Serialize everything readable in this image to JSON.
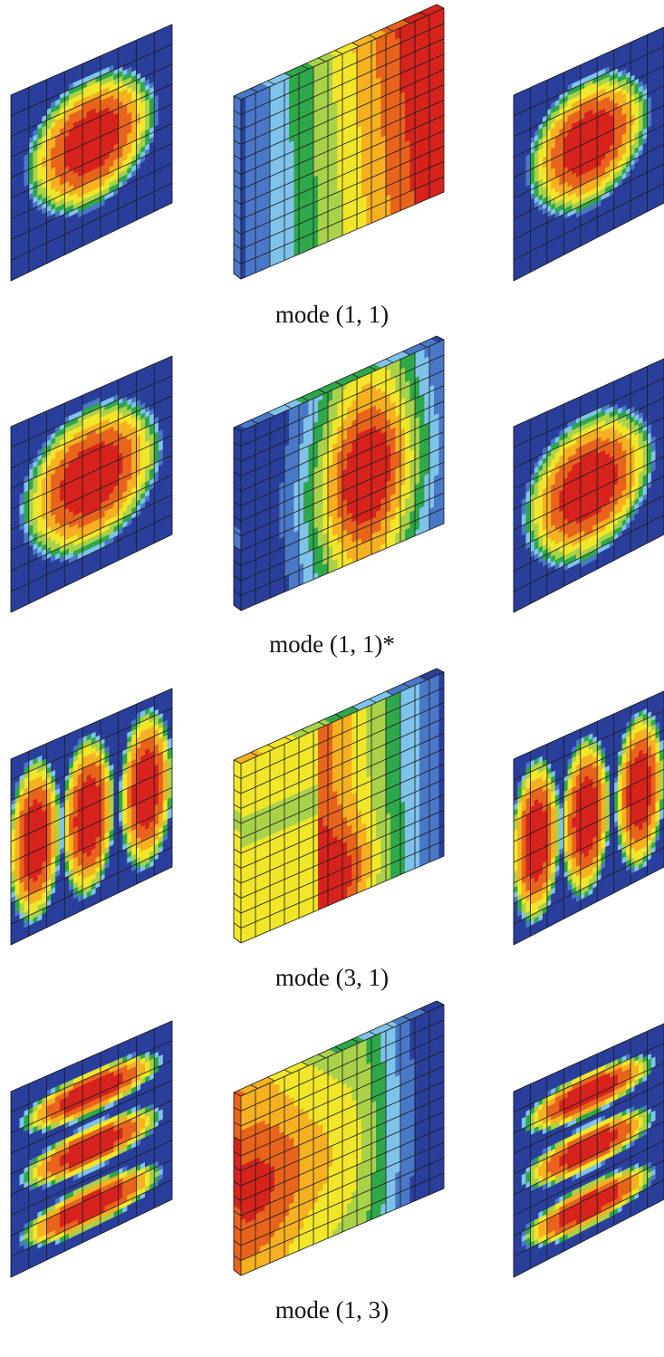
{
  "figure": {
    "palette": [
      "#2a3f9c",
      "#4a78c8",
      "#7fc3ea",
      "#2ea84a",
      "#a9d24a",
      "#f1e62a",
      "#f6b021",
      "#e8641c",
      "#d6231d"
    ],
    "mesh_line_color": "#1a1a1a",
    "modes": [
      {
        "label": "mode (1, 1)",
        "left_plate": {
          "type": "single",
          "peak": [
            0.5,
            0.45
          ],
          "spread": [
            0.42,
            0.38
          ]
        },
        "block": {
          "type": "mode11"
        },
        "right_plate": {
          "type": "single",
          "peak": [
            0.5,
            0.45
          ],
          "spread": [
            0.42,
            0.38
          ]
        }
      },
      {
        "label": "mode (1, 1)*",
        "left_plate": {
          "type": "single",
          "peak": [
            0.5,
            0.48
          ],
          "spread": [
            0.45,
            0.42
          ]
        },
        "block": {
          "type": "mode11star"
        },
        "right_plate": {
          "type": "single",
          "peak": [
            0.5,
            0.52
          ],
          "spread": [
            0.45,
            0.42
          ]
        }
      },
      {
        "label": "mode (3, 1)",
        "left_plate": {
          "type": "three-lobe-horizontal"
        },
        "block": {
          "type": "mode31"
        },
        "right_plate": {
          "type": "three-lobe-horizontal"
        }
      },
      {
        "label": "mode (1, 3)",
        "left_plate": {
          "type": "three-lobe-vertical"
        },
        "block": {
          "type": "mode13"
        },
        "right_plate": {
          "type": "three-lobe-vertical"
        }
      }
    ]
  }
}
